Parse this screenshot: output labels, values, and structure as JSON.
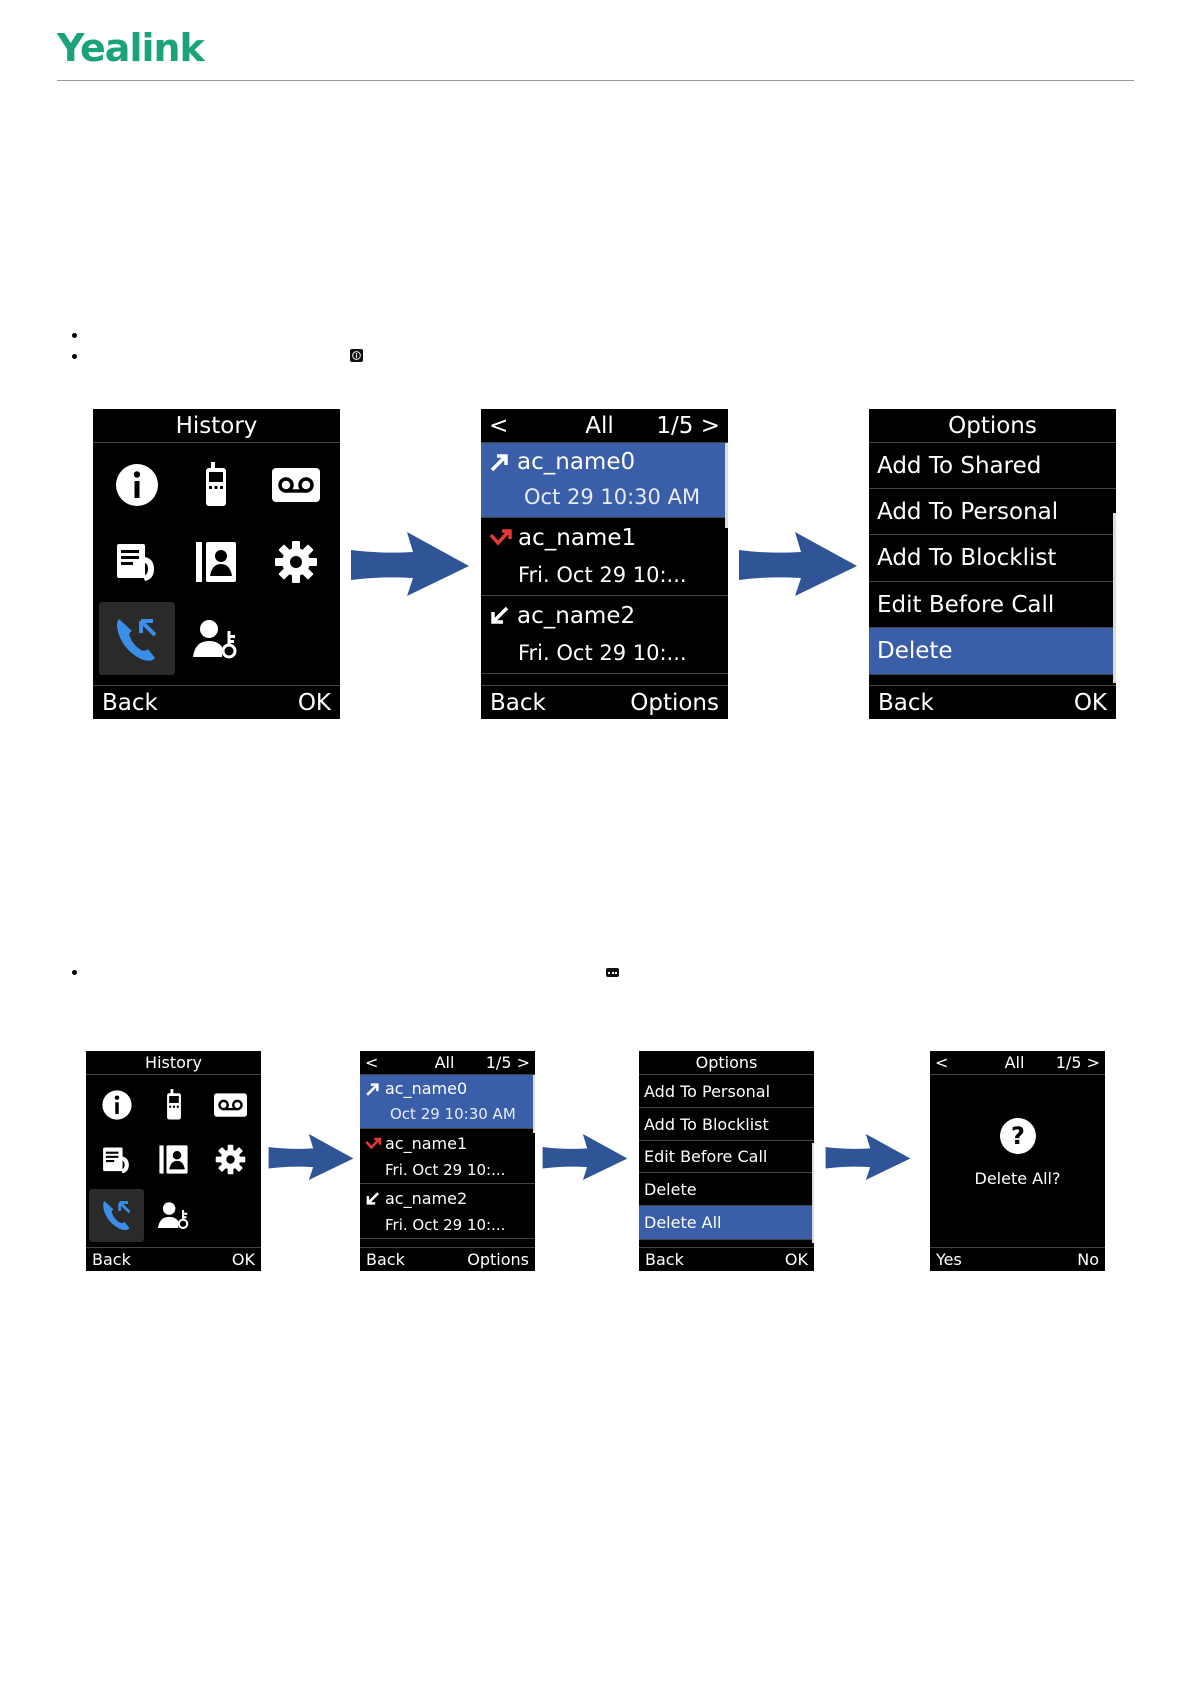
{
  "brand": {
    "logo_text": "Yealink",
    "color": "#1aa37a"
  },
  "colors": {
    "highlight": "#3a5ea8",
    "arrow": "#2f5597",
    "missed": "#e53935"
  },
  "icons": {
    "inline_info": "info-icon",
    "inline_more": "more-icon",
    "menu": [
      "info-icon",
      "handset-icon",
      "voicemail-icon",
      "call-notes-icon",
      "directory-icon",
      "settings-icon",
      "call-history-icon",
      "user-key-icon"
    ],
    "entries": [
      "outgoing-call-icon",
      "missed-call-icon",
      "incoming-call-icon"
    ]
  },
  "screens": {
    "history": {
      "title": "History",
      "softkey_left": "Back",
      "softkey_right": "OK"
    },
    "call_list": {
      "filter": "All",
      "page": "1/5",
      "softkey_left": "Back",
      "softkey_right": "Options",
      "entries": [
        {
          "name": "ac_name0",
          "time": "Oct 29 10:30 AM"
        },
        {
          "name": "ac_name1",
          "time": "Fri. Oct 29 10:..."
        },
        {
          "name": "ac_name2",
          "time": "Fri. Oct 29 10:..."
        }
      ]
    },
    "options_1": {
      "title": "Options",
      "items": [
        "Add To Shared",
        "Add To Personal",
        "Add To Blocklist",
        "Edit Before Call",
        "Delete"
      ],
      "softkey_left": "Back",
      "softkey_right": "OK"
    },
    "options_2": {
      "title": "Options",
      "items": [
        "Add To Personal",
        "Add To Blocklist",
        "Edit Before Call",
        "Delete",
        "Delete All"
      ],
      "softkey_left": "Back",
      "softkey_right": "OK"
    },
    "confirm": {
      "filter": "All",
      "page": "1/5",
      "icon_glyph": "?",
      "message": "Delete All?",
      "softkey_left": "Yes",
      "softkey_right": "No"
    }
  }
}
